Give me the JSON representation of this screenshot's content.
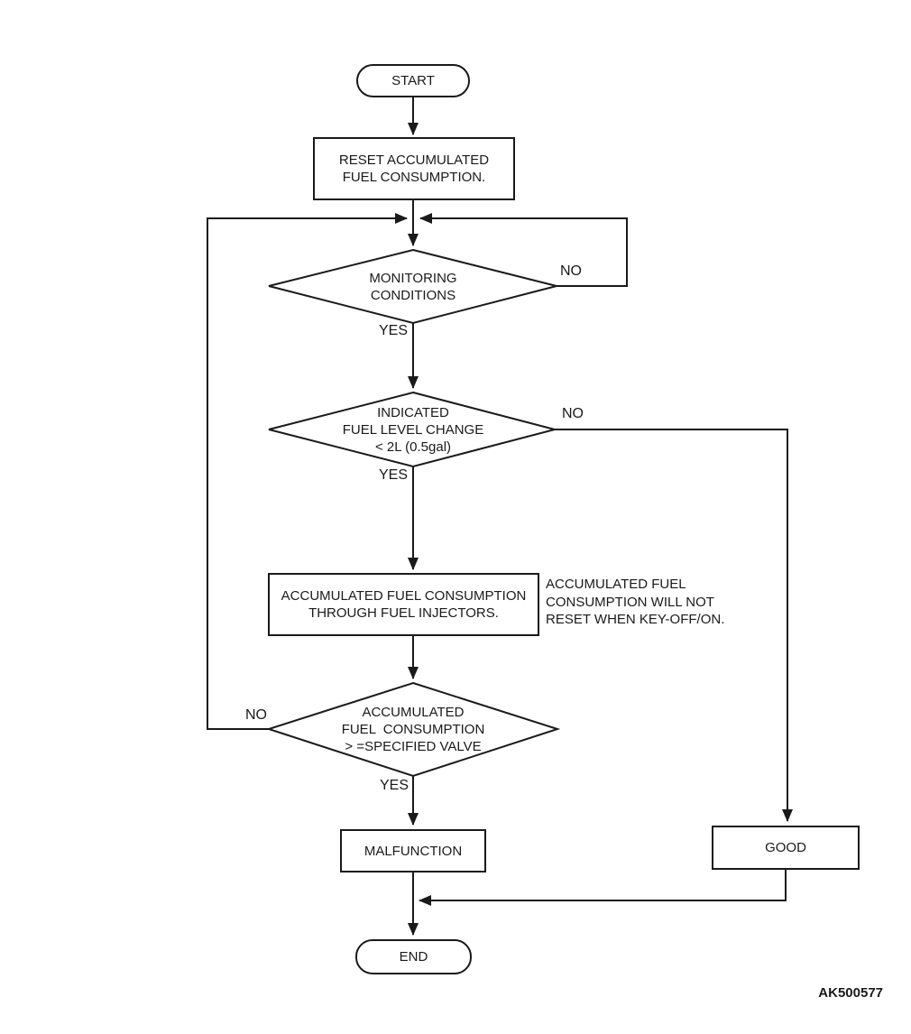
{
  "figure": {
    "code": "AK500577"
  },
  "nodes": {
    "start": "START",
    "reset": "RESET ACCUMULATED\nFUEL CONSUMPTION.",
    "monitoring": "MONITORING\nCONDITIONS",
    "fuel_level": "INDICATED\nFUEL LEVEL CHANGE\n< 2L (0.5gal)",
    "accumulate": "ACCUMULATED FUEL CONSUMPTION\nTHROUGH FUEL INJECTORS.",
    "threshold": "ACCUMULATED\nFUEL  CONSUMPTION\n> =SPECIFIED VALVE",
    "malfunction": "MALFUNCTION",
    "good": "GOOD",
    "end": "END"
  },
  "note": "ACCUMULATED FUEL\nCONSUMPTION WILL NOT\nRESET WHEN KEY-OFF/ON.",
  "labels": {
    "monitoring_yes": "YES",
    "monitoring_no": "NO",
    "fuel_level_yes": "YES",
    "fuel_level_no": "NO",
    "threshold_yes": "YES",
    "threshold_no": "NO"
  },
  "edges": [
    {
      "from": "start",
      "to": "reset"
    },
    {
      "from": "reset",
      "to": "monitoring"
    },
    {
      "from": "monitoring",
      "to": "fuel_level",
      "label": "YES"
    },
    {
      "from": "monitoring",
      "to": "monitoring",
      "label": "NO"
    },
    {
      "from": "fuel_level",
      "to": "accumulate",
      "label": "YES"
    },
    {
      "from": "fuel_level",
      "to": "good",
      "label": "NO"
    },
    {
      "from": "accumulate",
      "to": "threshold"
    },
    {
      "from": "threshold",
      "to": "malfunction",
      "label": "YES"
    },
    {
      "from": "threshold",
      "to": "monitoring",
      "label": "NO"
    },
    {
      "from": "malfunction",
      "to": "end"
    },
    {
      "from": "good",
      "to": "end"
    }
  ]
}
